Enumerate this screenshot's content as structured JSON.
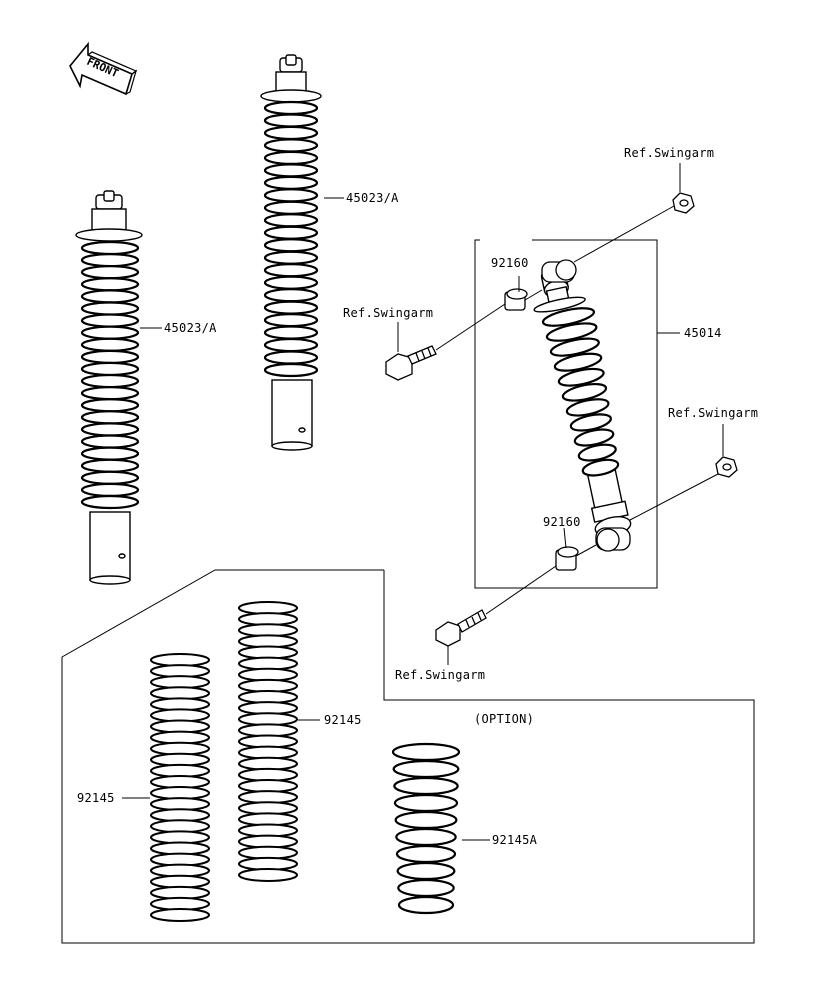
{
  "front_label": "FRONT",
  "labels": {
    "shock_upper": "45023/A",
    "shock_left": "45023/A",
    "shock_assembly": "45014",
    "bushing_top": "92160",
    "bushing_bottom": "92160",
    "ref_top_right": "Ref.Swingarm",
    "ref_mid_left": "Ref.Swingarm",
    "ref_mid_right": "Ref.Swingarm",
    "ref_bottom": "Ref.Swingarm",
    "spring_center": "92145",
    "spring_left": "92145",
    "spring_option": "92145A",
    "option_note": "(OPTION)"
  }
}
